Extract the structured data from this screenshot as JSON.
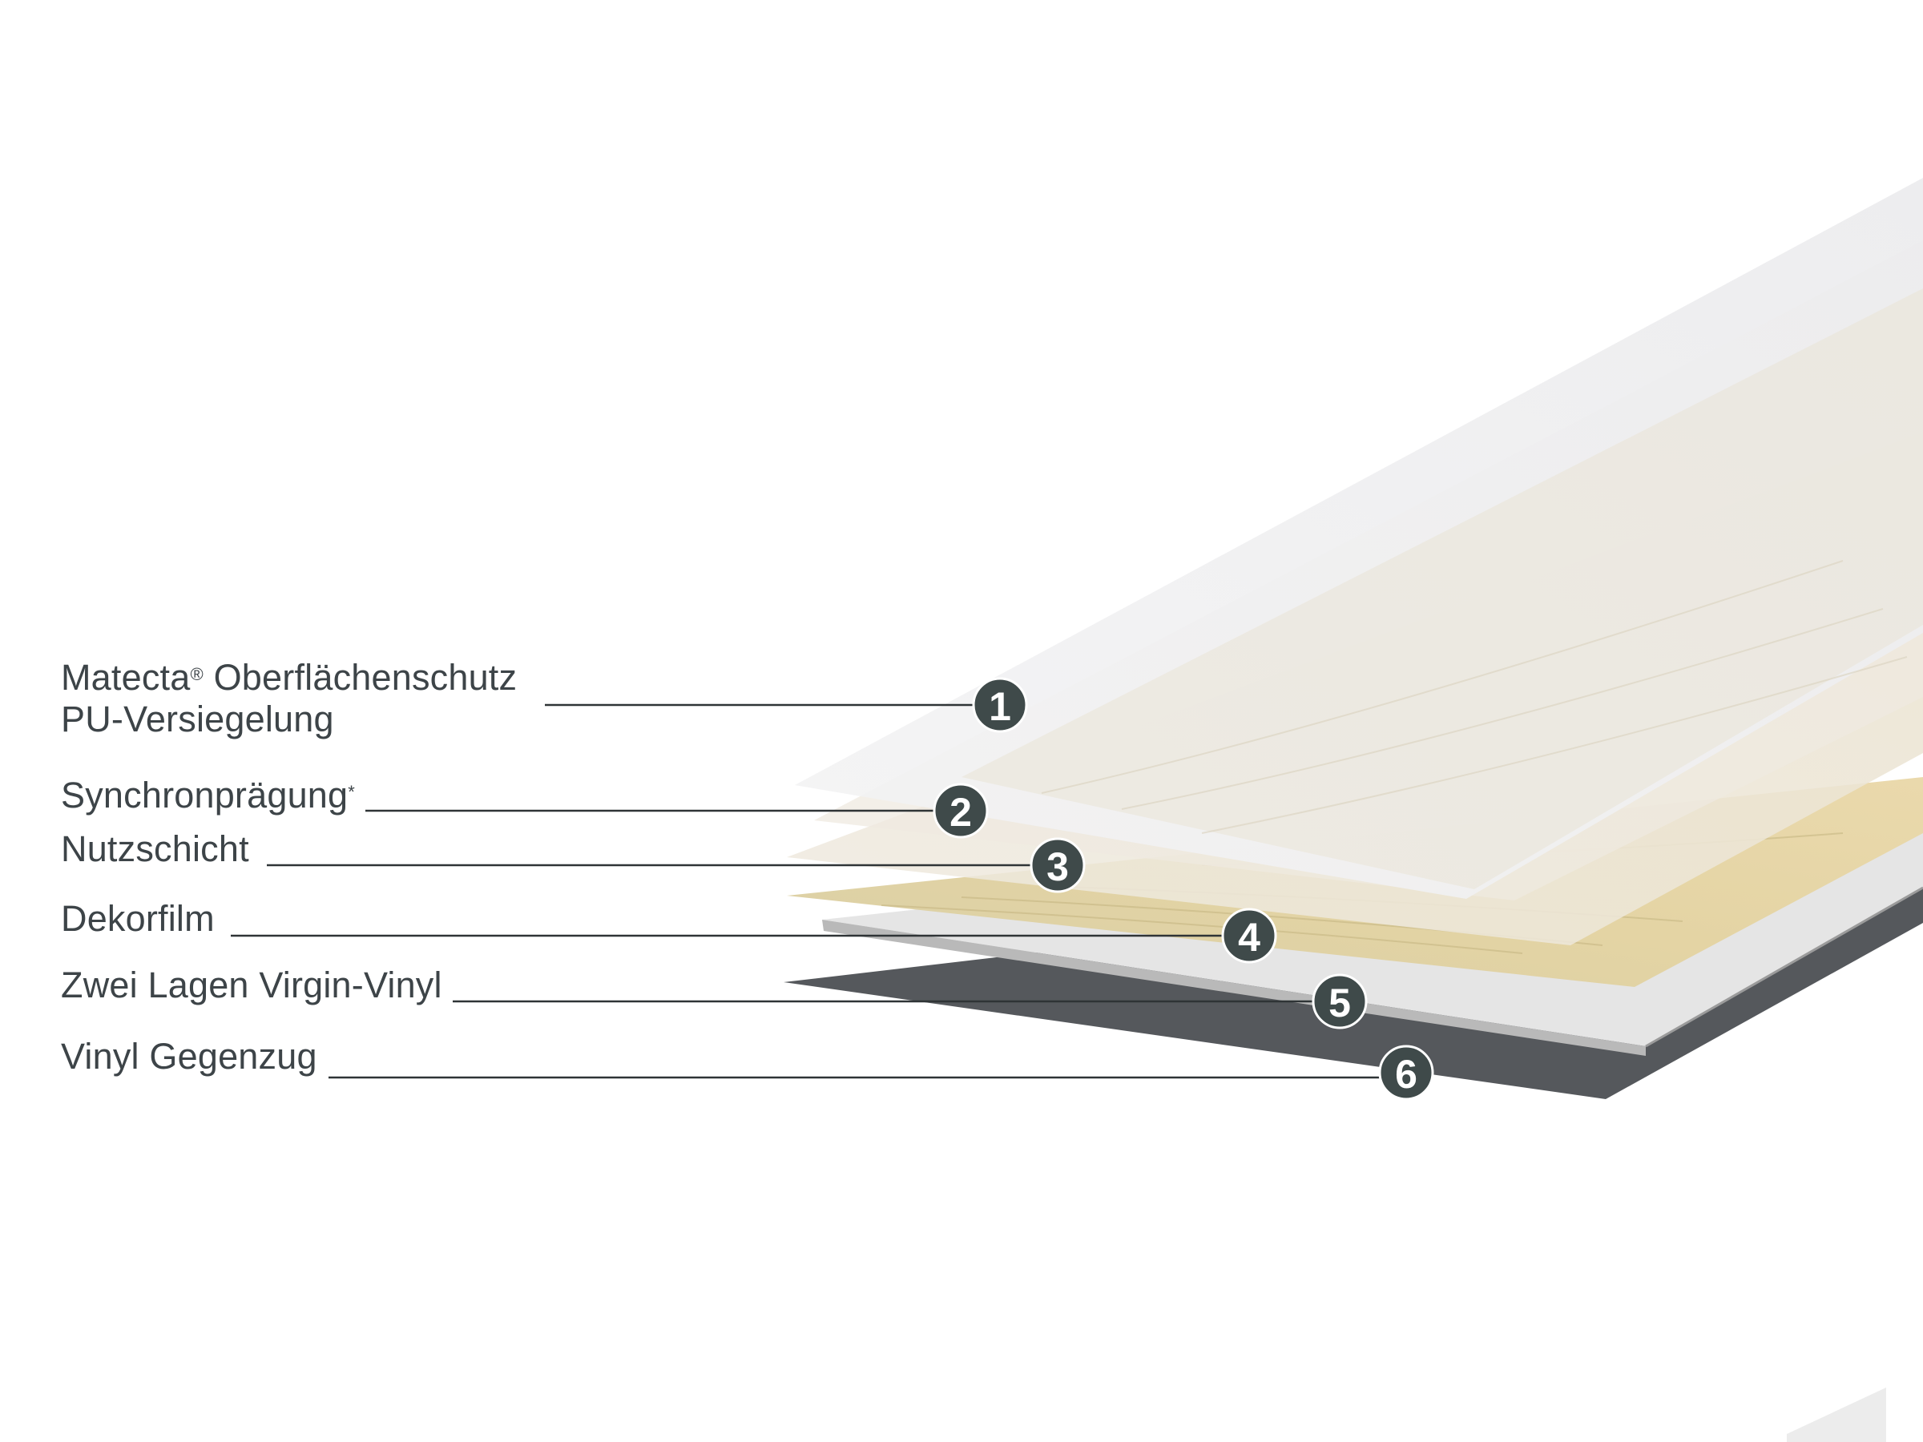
{
  "layers": [
    {
      "number": "1",
      "label_line1": "Matecta",
      "label_sup": "®",
      "label_line1_rest": " Oberflächenschutz",
      "label_line2": "PU-Versiegelung"
    },
    {
      "number": "2",
      "label": "Synchronprägung",
      "label_sup": "*"
    },
    {
      "number": "3",
      "label": "Nutzschicht"
    },
    {
      "number": "4",
      "label": "Dekorfilm"
    },
    {
      "number": "5",
      "label": "Zwei Lagen Virgin-Vinyl"
    },
    {
      "number": "6",
      "label": "Vinyl Gegenzug"
    }
  ],
  "colors": {
    "badge": "#3f4a4a",
    "leader_line": "#2f3436",
    "text": "#3d4448",
    "backing": "#55585c",
    "vinyl_core": "#e6e6e6",
    "decor": "#e7d9ae",
    "wear_layer": "#efe9dc",
    "coating": "#f1f1f2"
  }
}
